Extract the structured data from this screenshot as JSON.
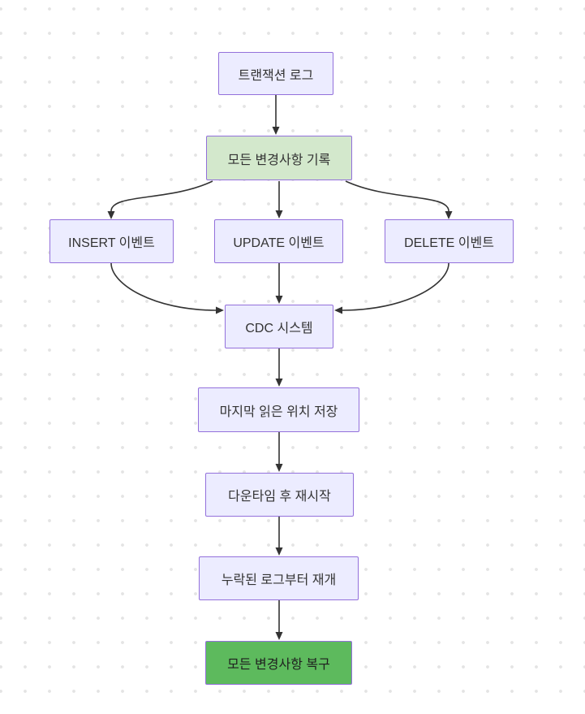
{
  "diagram": {
    "type": "flowchart",
    "direction": "top-down",
    "nodes": [
      {
        "id": "A",
        "label": "트랜잭션 로그",
        "variant": "default"
      },
      {
        "id": "B",
        "label": "모든 변경사항 기록",
        "variant": "highlight-light-green"
      },
      {
        "id": "C",
        "label": "INSERT 이벤트",
        "variant": "default"
      },
      {
        "id": "D",
        "label": "UPDATE 이벤트",
        "variant": "default"
      },
      {
        "id": "E",
        "label": "DELETE 이벤트",
        "variant": "default"
      },
      {
        "id": "F",
        "label": "CDC 시스템",
        "variant": "default"
      },
      {
        "id": "G",
        "label": "마지막 읽은 위치 저장",
        "variant": "default"
      },
      {
        "id": "H",
        "label": "다운타임 후 재시작",
        "variant": "default"
      },
      {
        "id": "I",
        "label": "누락된 로그부터 재개",
        "variant": "default"
      },
      {
        "id": "J",
        "label": "모든 변경사항 복구",
        "variant": "highlight-green"
      }
    ],
    "edges": [
      {
        "from": "A",
        "to": "B"
      },
      {
        "from": "B",
        "to": "C"
      },
      {
        "from": "B",
        "to": "D"
      },
      {
        "from": "B",
        "to": "E"
      },
      {
        "from": "C",
        "to": "F"
      },
      {
        "from": "D",
        "to": "F"
      },
      {
        "from": "E",
        "to": "F"
      },
      {
        "from": "F",
        "to": "G"
      },
      {
        "from": "G",
        "to": "H"
      },
      {
        "from": "H",
        "to": "I"
      },
      {
        "from": "I",
        "to": "J"
      }
    ],
    "colors": {
      "background": "#FFFFFF",
      "dot_grid": "#E4E4E4",
      "node_fill": "#ECECFF",
      "node_border": "#9370DB",
      "highlight_light_green_fill": "#D3E8CC",
      "highlight_green_fill": "#5DBA5D",
      "edge_stroke": "#333333",
      "text": "#333333"
    }
  }
}
